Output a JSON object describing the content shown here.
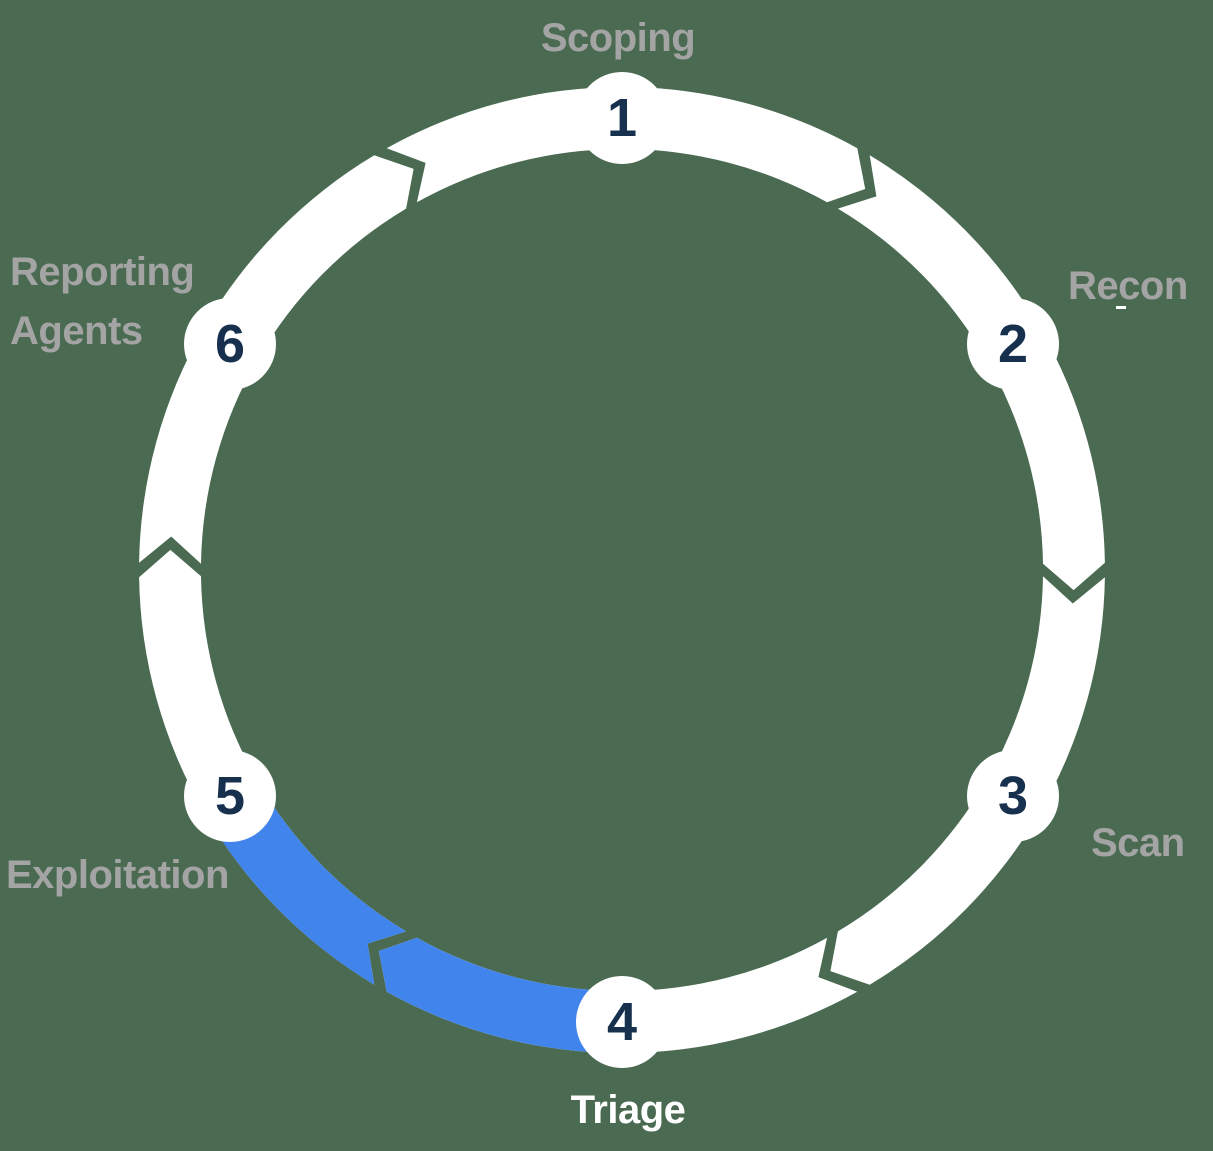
{
  "diagram": {
    "type": "cycle",
    "flow_direction": "clockwise",
    "colors": {
      "background_green": "#4a6b52",
      "ring": "#ffffff",
      "highlight_blue": "#4184ec",
      "step_number_navy": "#17304d",
      "label_gray": "#a4a4a4",
      "label_white": "#ffffff"
    },
    "steps": [
      {
        "number": "1",
        "label": "Scoping",
        "angle": -90,
        "label_style": "gray"
      },
      {
        "number": "2",
        "label": "Recon",
        "angle": -30,
        "label_style": "gray"
      },
      {
        "number": "3",
        "label": "Scan",
        "angle": 30,
        "label_style": "gray"
      },
      {
        "number": "4",
        "label": "Triage",
        "angle": 90,
        "label_style": "white"
      },
      {
        "number": "5",
        "label": "Exploitation",
        "angle": 150,
        "label_style": "gray"
      },
      {
        "number": "6",
        "label": "Reporting Agents",
        "angle": 210,
        "label_style": "gray"
      }
    ],
    "highlighted_arc": {
      "from_step": "4",
      "to_step": "5",
      "color": "#4184ec"
    }
  }
}
